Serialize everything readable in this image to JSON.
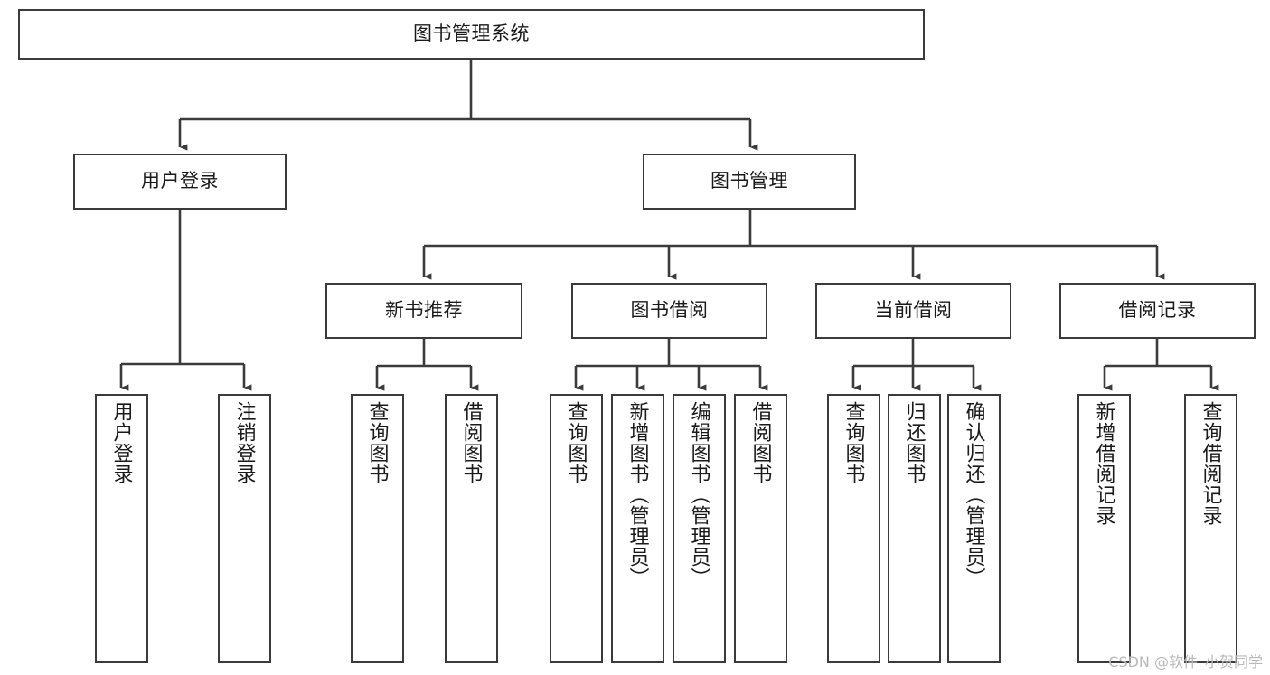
{
  "diagram": {
    "type": "tree-hierarchy-chart",
    "title": "图书管理系统",
    "line_color": "#3b3b3b",
    "box_fill": "#ffffff",
    "text_color": "#1a1a1a"
  },
  "nodes": {
    "root": {
      "label": "图书管理系统"
    },
    "level2": [
      {
        "id": "user-login",
        "label": "用户登录"
      },
      {
        "id": "book-manage",
        "label": "图书管理"
      }
    ],
    "level3": [
      {
        "id": "new-book-recommend",
        "label": "新书推荐"
      },
      {
        "id": "book-borrow",
        "label": "图书借阅"
      },
      {
        "id": "current-borrow",
        "label": "当前借阅"
      },
      {
        "id": "borrow-record",
        "label": "借阅记录"
      }
    ],
    "leaves": {
      "user-login": [
        {
          "id": "leaf-user-login",
          "label": "用户登录"
        },
        {
          "id": "leaf-user-logout",
          "label": "注销登录"
        }
      ],
      "new-book-recommend": [
        {
          "id": "leaf-query-book-1",
          "label": "查询图书"
        },
        {
          "id": "leaf-borrow-book-1",
          "label": "借阅图书"
        }
      ],
      "book-borrow": [
        {
          "id": "leaf-query-book-2",
          "label": "查询图书"
        },
        {
          "id": "leaf-add-book",
          "label": "新增图书（管理员）"
        },
        {
          "id": "leaf-edit-book",
          "label": "编辑图书（管理员）"
        },
        {
          "id": "leaf-borrow-book-2",
          "label": "借阅图书"
        }
      ],
      "current-borrow": [
        {
          "id": "leaf-query-book-3",
          "label": "查询图书"
        },
        {
          "id": "leaf-return-book",
          "label": "归还图书"
        },
        {
          "id": "leaf-confirm-return",
          "label": "确认归还（管理员）"
        }
      ],
      "borrow-record": [
        {
          "id": "leaf-add-record",
          "label": "新增借阅记录"
        },
        {
          "id": "leaf-query-record",
          "label": "查询借阅记录"
        }
      ]
    }
  },
  "watermark": {
    "text": "CSDN @软件_小贺同学"
  }
}
